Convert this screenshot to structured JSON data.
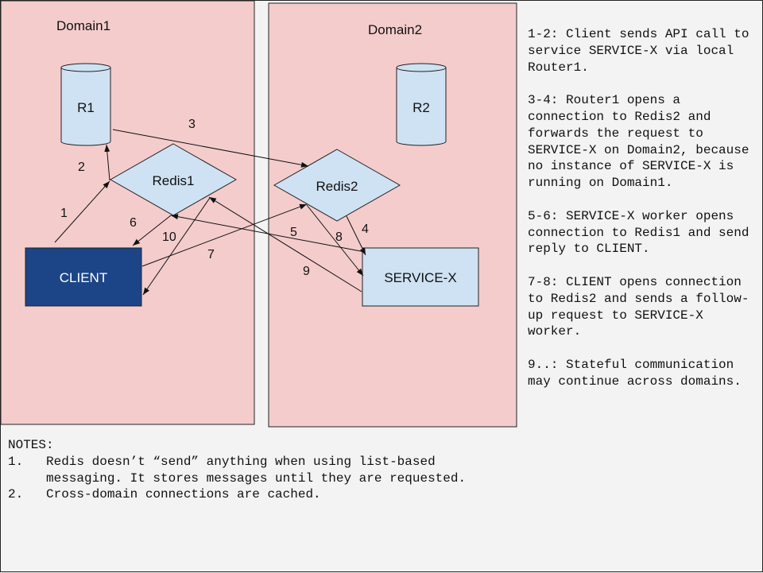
{
  "domains": [
    {
      "label": "Domain1"
    },
    {
      "label": "Domain2"
    }
  ],
  "nodes": {
    "r1": "R1",
    "r2": "R2",
    "redis1": "Redis1",
    "redis2": "Redis2",
    "client": "CLIENT",
    "service_x": "SERVICE-X"
  },
  "edge_labels": [
    "1",
    "2",
    "3",
    "4",
    "5",
    "6",
    "7",
    "8",
    "9",
    "10"
  ],
  "colors": {
    "domain_fill": "#f4cccc",
    "node_fill": "#cfe2f3",
    "client_fill": "#1c4587",
    "client_text": "#ffffff"
  },
  "steps": [
    "1-2: Client sends API call to service SERVICE-X via local Router1.",
    "3-4: Router1 opens a connection to Redis2 and forwards the request to SERVICE-X on Domain2, because no instance of SERVICE-X is running on Domain1.",
    "5-6: SERVICE-X worker opens connection to Redis1 and send reply to CLIENT.",
    "7-8: CLIENT opens connection to Redis2 and sends a follow-up request to SERVICE-X worker.",
    "9..: Stateful communication may continue across domains."
  ],
  "notes": {
    "title": "NOTES:",
    "items": [
      {
        "num": "1.",
        "text": "Redis doesn’t “send” anything when using list-based messaging.  It stores messages until they are requested."
      },
      {
        "num": "2.",
        "text": "Cross-domain connections are cached."
      }
    ]
  }
}
